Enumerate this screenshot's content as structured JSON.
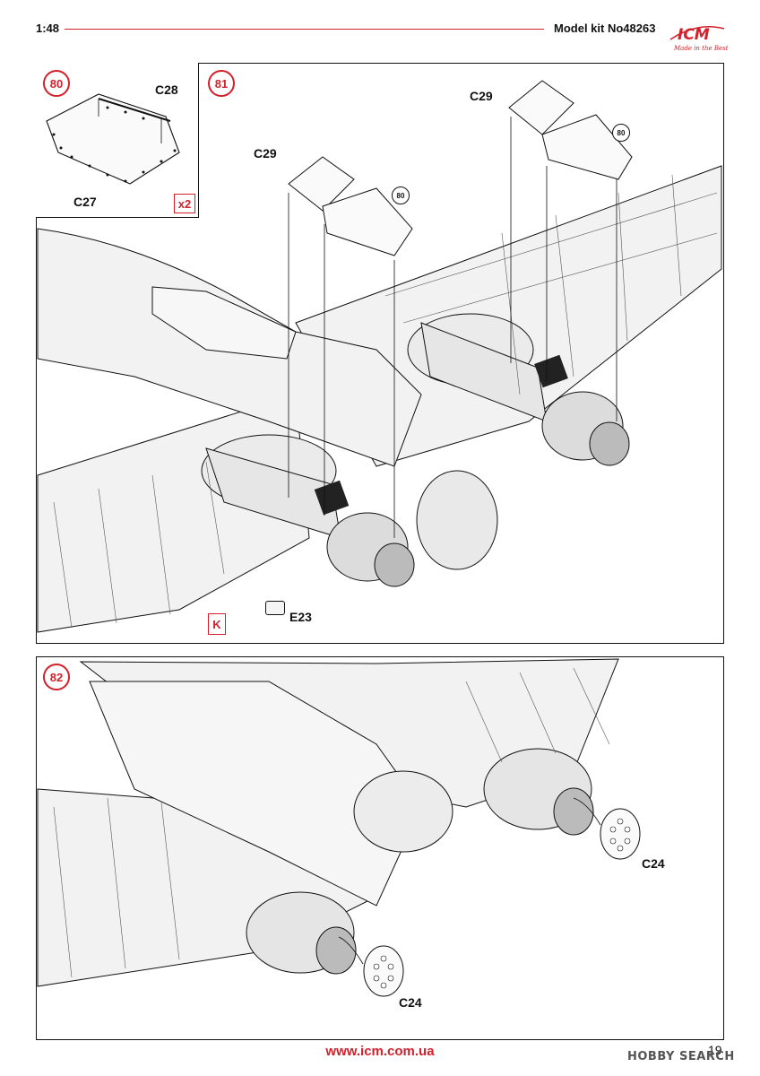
{
  "header": {
    "scale": "1:48",
    "kit": "Model kit No48263",
    "logo": {
      "brand": "ICM",
      "tagline": "Made in the Best"
    }
  },
  "steps": {
    "s80": {
      "number": "80",
      "parts": {
        "top": "C28",
        "bottom": "C27"
      },
      "quantity": "x2"
    },
    "s81": {
      "number": "81",
      "parts": {
        "cowl_left": "C29",
        "cowl_right": "C29",
        "small": "E23"
      },
      "refs": {
        "left": "80",
        "right": "80"
      },
      "marker": "K"
    },
    "s82": {
      "number": "82",
      "parts": {
        "right": "C24",
        "left": "C24"
      }
    }
  },
  "footer": {
    "url": "www.icm.com.ua",
    "page": "19",
    "watermark": "HOBBY SEARCH"
  },
  "colors": {
    "accent": "#d4202a",
    "line": "#111111",
    "fill": "#f1f1f1"
  }
}
